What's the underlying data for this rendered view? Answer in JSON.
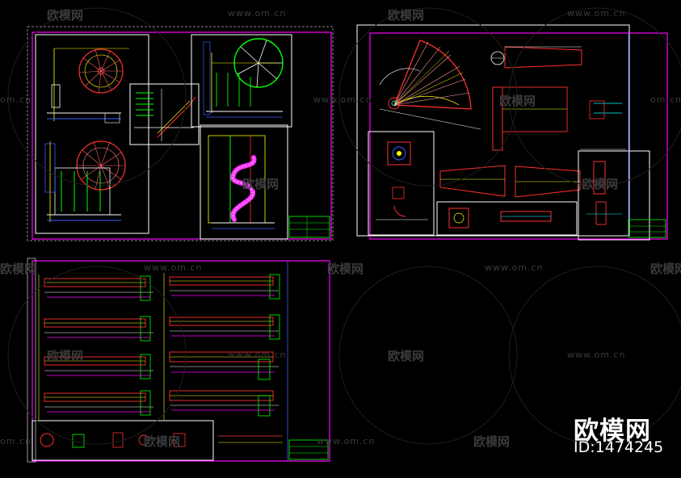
{
  "watermark": {
    "brand": "欧模网",
    "url": "www.om.cn",
    "url_short": "om.cn"
  },
  "brand_badge": {
    "name": "欧模网",
    "id": "ID:1474245"
  },
  "colors": {
    "background": "#000000",
    "sheet_border": "#ff00ff",
    "frame": "#ffffff",
    "accent_red": "#ff2a2a",
    "accent_yellow": "#ffff00",
    "accent_green": "#00ff00",
    "accent_cyan": "#00ffff",
    "accent_blue": "#3a5cff",
    "watermark": "#3a3a3a"
  }
}
